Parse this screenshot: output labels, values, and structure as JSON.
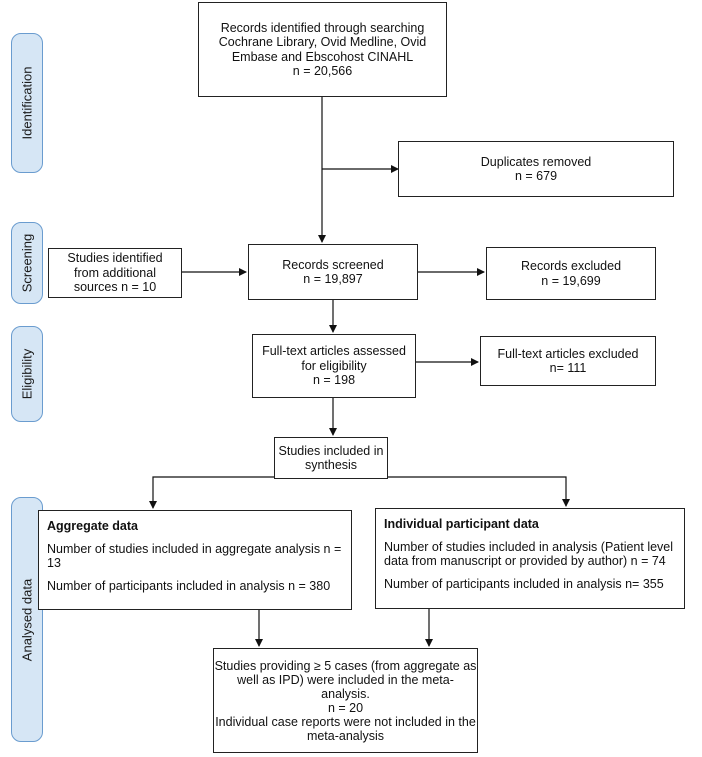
{
  "stages": {
    "identification": "Identification",
    "screening": "Screening",
    "eligibility": "Eligibility",
    "analysed": "Analysed data"
  },
  "boxes": {
    "records_identified": [
      "Records identified through searching",
      "Cochrane Library, Ovid Medline, Ovid",
      "Embase and Ebscohost CINAHL",
      "n =  20,566"
    ],
    "duplicates_removed": [
      "Duplicates removed",
      "n = 679"
    ],
    "additional_sources": [
      "Studies identified",
      "from additional",
      "sources n = 10"
    ],
    "records_screened": [
      "Records screened",
      "n = 19,897"
    ],
    "records_excluded": [
      "Records excluded",
      "n = 19,699"
    ],
    "fulltext_assessed": [
      "Full-text articles assessed",
      "for eligibility",
      "n = 198"
    ],
    "fulltext_excluded": [
      "Full-text articles excluded",
      "n= 111"
    ],
    "synthesis": [
      "Studies included in",
      "synthesis"
    ],
    "aggregate": {
      "header": "Aggregate data",
      "lines": [
        "Number of studies included in aggregate analysis n = 13",
        "Number of participants included in analysis n = 380"
      ]
    },
    "ipd": {
      "header": "Individual participant data",
      "lines": [
        "Number of studies included in analysis (Patient level data from manuscript or provided by author) n = 74",
        "Number of participants included in analysis n= 355"
      ]
    },
    "meta": [
      "Studies providing ≥ 5 cases (from aggregate as",
      "well as IPD) were included in the meta-",
      "analysis.",
      "n = 20",
      "Individual case reports were not included in the",
      "meta-analysis"
    ]
  }
}
